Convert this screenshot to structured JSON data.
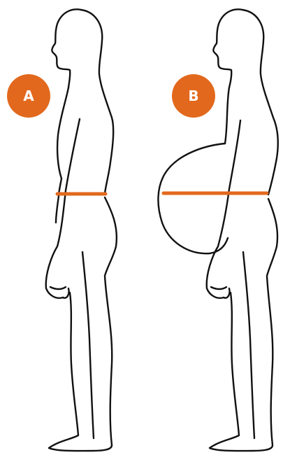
{
  "figures": [
    {
      "label": "A",
      "belly": "normal"
    },
    {
      "label": "B",
      "belly": "distended"
    }
  ],
  "colors": {
    "accent": "#E2681D",
    "outline": "#111111",
    "background": "#ffffff"
  }
}
